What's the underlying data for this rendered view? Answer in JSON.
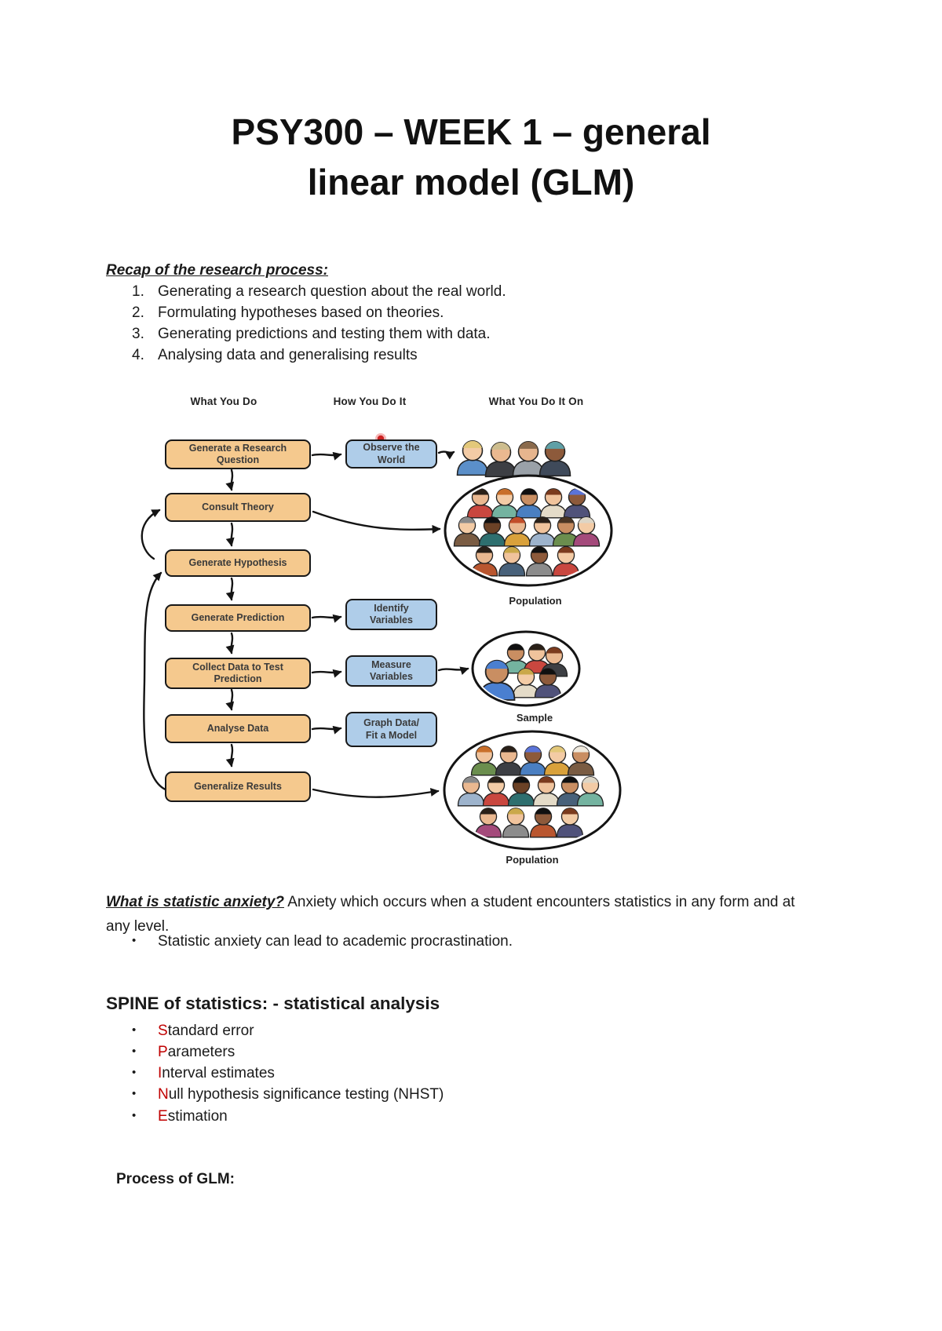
{
  "title": {
    "line1": "PSY300 – WEEK 1  – general",
    "line2": "linear model (GLM)"
  },
  "recap": {
    "heading": "Recap of the research process:",
    "items": [
      {
        "num": "1.",
        "text": "Generating a research question about the real world."
      },
      {
        "num": "2.",
        "text": "Formulating hypotheses based on theories."
      },
      {
        "num": "3.",
        "text": "Generating predictions and testing them with data."
      },
      {
        "num": "4.",
        "text": "Analysing data and generalising results"
      }
    ]
  },
  "diagram": {
    "headers": {
      "col1": "What You Do",
      "col2": "How You Do It",
      "col3": "What You Do It On"
    },
    "process_boxes": [
      {
        "label": "Generate a Research Question"
      },
      {
        "label": "Consult Theory"
      },
      {
        "label": "Generate Hypothesis"
      },
      {
        "label": "Generate Prediction"
      },
      {
        "label": "Collect Data to Test Prediction"
      },
      {
        "label": "Analyse Data"
      },
      {
        "label": "Generalize Results"
      }
    ],
    "method_boxes": [
      {
        "label": "Observe the World"
      },
      {
        "label": "Identify Variables"
      },
      {
        "label": "Measure Variables"
      },
      {
        "label": "Graph Data/ Fit a Model"
      }
    ],
    "labels": {
      "population_top": "Population",
      "sample": "Sample",
      "population_bottom": "Population"
    }
  },
  "anxiety": {
    "lead": "What is statistic anxiety?",
    "body": "Anxiety which occurs when a student encounters statistics in any form and at any level.",
    "bullet": "Statistic anxiety can lead to academic procrastination."
  },
  "spine": {
    "heading": "SPINE of statistics: - statistical analysis",
    "items": [
      {
        "first": "S",
        "rest": "tandard error"
      },
      {
        "first": "P",
        "rest": "arameters"
      },
      {
        "first": "I",
        "rest": "nterval estimates"
      },
      {
        "first": "N",
        "rest": "ull hypothesis significance testing (NHST)"
      },
      {
        "first": "E",
        "rest": "stimation"
      }
    ]
  },
  "process_glm": {
    "heading": "Process of GLM:"
  },
  "colors": {
    "process_box_fill": "#F5C98E",
    "method_box_fill": "#AFCDE9",
    "spine_accent": "#C00000",
    "annotation_dot": "#CC2222",
    "ink": "#141414"
  }
}
